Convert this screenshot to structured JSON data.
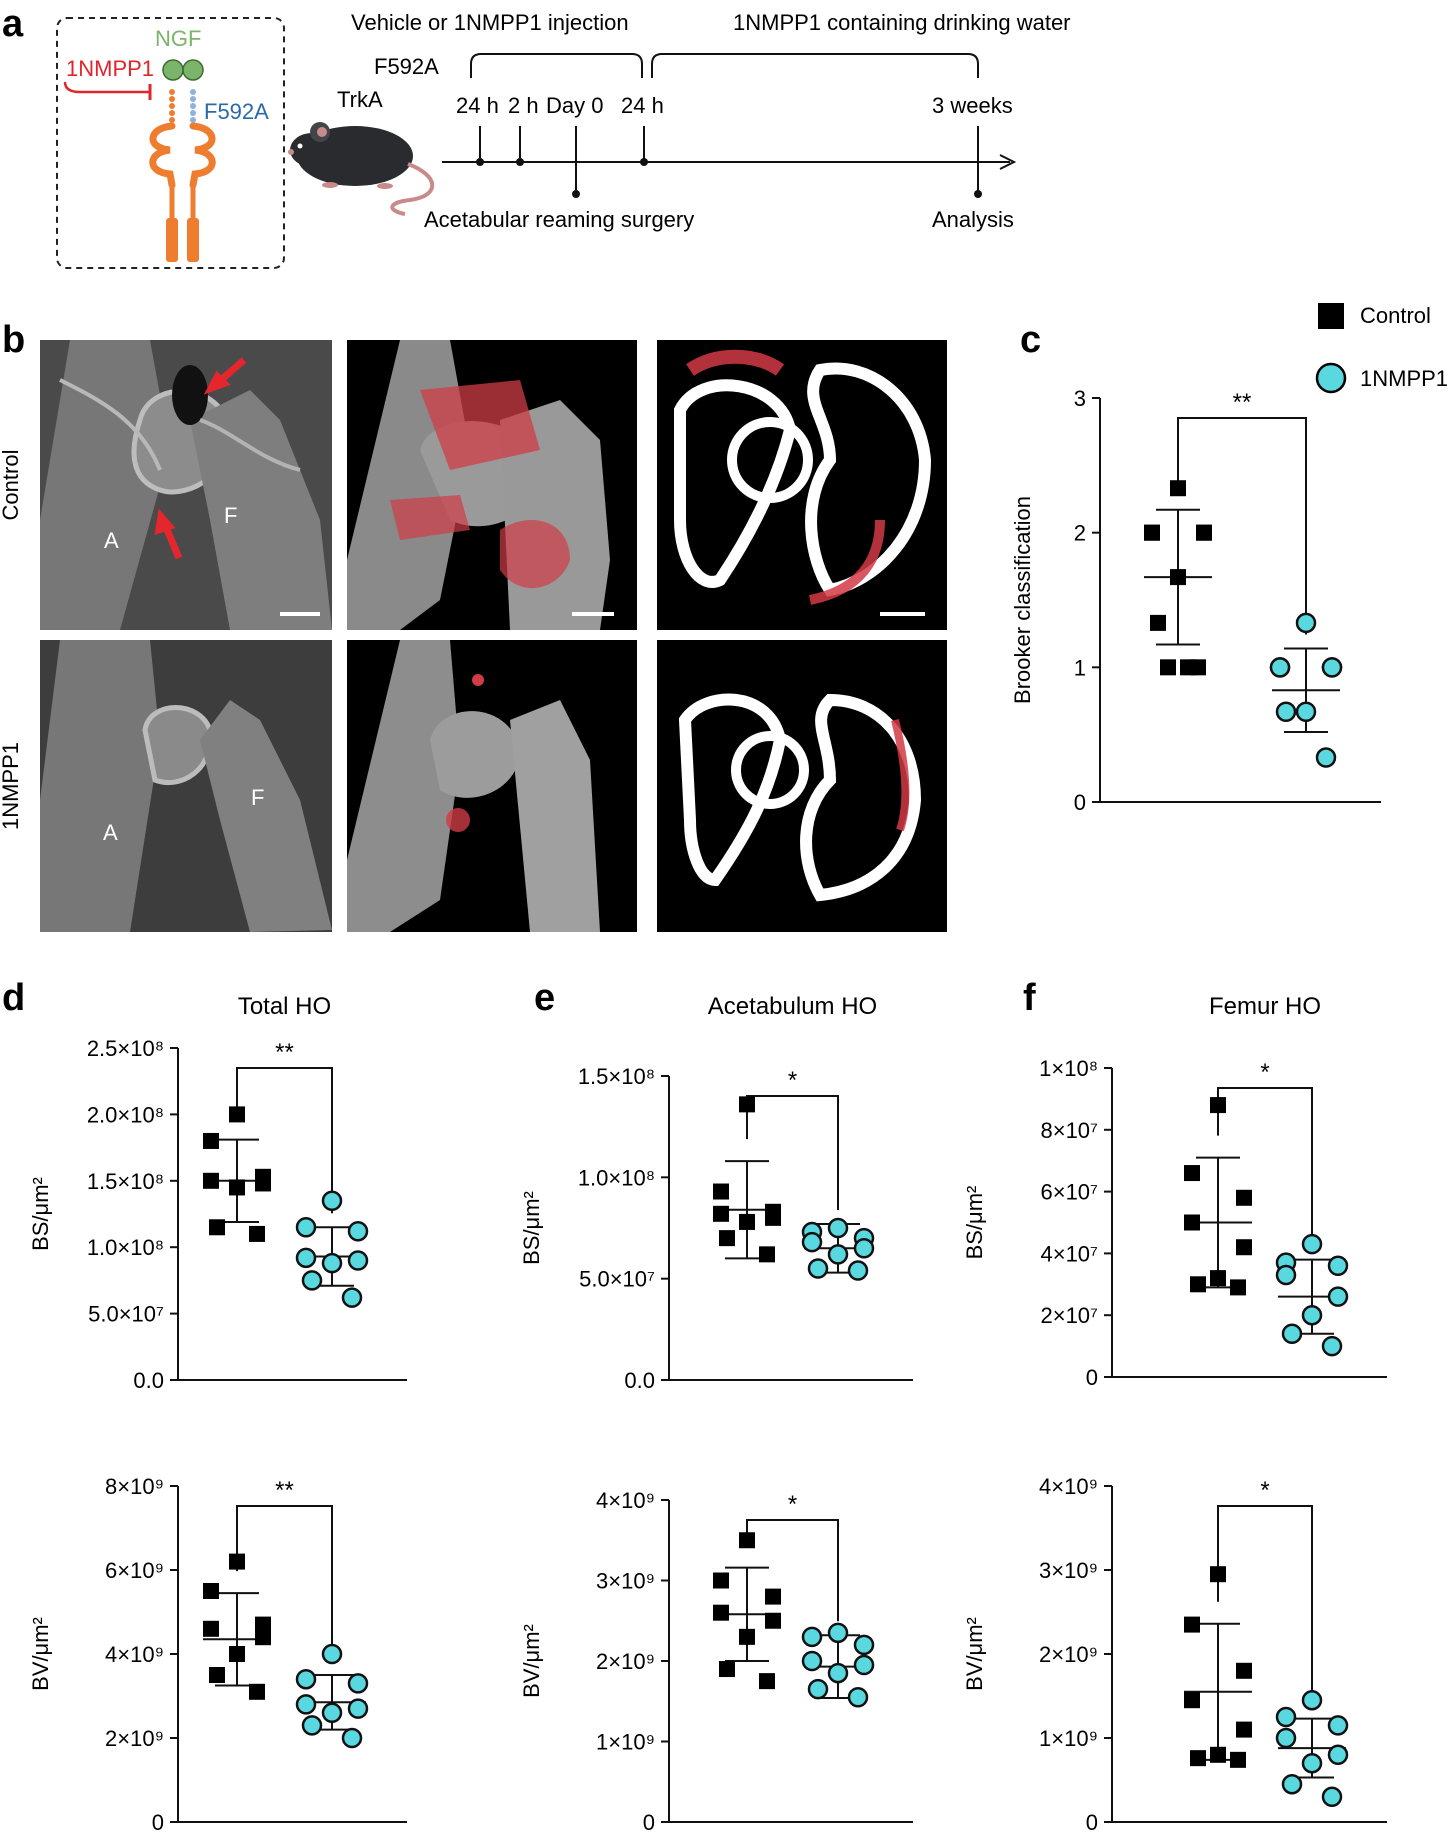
{
  "panel_labels": [
    "a",
    "b",
    "c",
    "d",
    "e",
    "f"
  ],
  "schematic": {
    "ngf_label": "NGF",
    "inhibitor_label": "1NMPP1",
    "mutation_label": "F592A",
    "mouse_label_1": "F592A",
    "mouse_label_2": "TrkA",
    "treatment_1": "Vehicle or 1NMPP1 injection",
    "treatment_2": "1NMPP1 containing drinking water",
    "timeline_labels": [
      "24 h",
      "2 h",
      "Day 0",
      "24 h",
      "3 weeks"
    ],
    "surgery_label": "Acetabular reaming surgery",
    "analysis_label": "Analysis"
  },
  "panel_b": {
    "row_labels": [
      "Control",
      "1NMPP1"
    ],
    "annotations": {
      "a": "A",
      "f": "F"
    }
  },
  "legend": {
    "control": "Control",
    "treatment": "1NMPP1"
  },
  "colors": {
    "control": "#000000",
    "treatment": "#5ad8e0",
    "ho_overlay": "#d9343f",
    "ngf": "#7cb56a",
    "trka": "#ee7d2f",
    "inhibitor": "#e0262b",
    "mutation": "#2b6aa6"
  },
  "chart_data": [
    {
      "id": "c",
      "type": "scatter",
      "title": "",
      "ylabel": "Brooker classification",
      "yticks": [
        "0",
        "1",
        "2",
        "3"
      ],
      "yvals": [
        0,
        1,
        2,
        3
      ],
      "ylim": [
        0,
        3
      ],
      "series": [
        {
          "name": "Control",
          "values": [
            2.33,
            2,
            2,
            2,
            2,
            1.67,
            1.33,
            1,
            1,
            1
          ],
          "mean": 1.67,
          "sd": 0.5
        },
        {
          "name": "1NMPP1",
          "values": [
            1.33,
            1,
            1,
            1,
            1,
            0.67,
            0.67,
            0.33
          ],
          "mean": 0.83,
          "sd": 0.31
        }
      ],
      "significance": "**"
    },
    {
      "id": "d1",
      "type": "scatter",
      "title": "Total HO",
      "ylabel": "BS/μm²",
      "yticks": [
        "0.0",
        "5.0×10⁷",
        "1.0×10⁸",
        "1.5×10⁸",
        "2.0×10⁸",
        "2.5×10⁸"
      ],
      "yvals": [
        0,
        50000000,
        100000000,
        150000000,
        200000000,
        250000000
      ],
      "ylim": [
        0,
        250000000
      ],
      "series": [
        {
          "name": "Control",
          "values": [
            200000000,
            180000000,
            153000000,
            150000000,
            148000000,
            145000000,
            115000000,
            110000000
          ],
          "mean": 150000000,
          "sd": 31000000
        },
        {
          "name": "1NMPP1",
          "values": [
            135000000,
            115000000,
            112000000,
            92000000,
            90000000,
            88000000,
            75000000,
            62000000
          ],
          "mean": 93000000,
          "sd": 22000000
        }
      ],
      "significance": "**"
    },
    {
      "id": "e1",
      "type": "scatter",
      "title": "Acetabulum HO",
      "ylabel": "BS/μm²",
      "yticks": [
        "0.0",
        "5.0×10⁷",
        "1.0×10⁸",
        "1.5×10⁸"
      ],
      "yvals": [
        0,
        50000000,
        100000000,
        150000000
      ],
      "ylim": [
        0,
        150000000
      ],
      "series": [
        {
          "name": "Control",
          "values": [
            136000000,
            93000000,
            83000000,
            82000000,
            80000000,
            78000000,
            70000000,
            62000000
          ],
          "mean": 84000000,
          "sd": 24000000
        },
        {
          "name": "1NMPP1",
          "values": [
            75000000,
            73000000,
            70000000,
            68000000,
            65000000,
            62000000,
            55000000,
            54000000
          ],
          "mean": 65000000,
          "sd": 12000000
        }
      ],
      "significance": "*"
    },
    {
      "id": "f1",
      "type": "scatter",
      "title": "Femur HO",
      "ylabel": "BS/μm²",
      "yticks": [
        "0",
        "2×10⁷",
        "4×10⁷",
        "6×10⁷",
        "8×10⁷",
        "1×10⁸"
      ],
      "yvals": [
        0,
        20000000,
        40000000,
        60000000,
        80000000,
        100000000
      ],
      "ylim": [
        0,
        100000000
      ],
      "series": [
        {
          "name": "Control",
          "values": [
            88000000,
            66000000,
            58000000,
            50000000,
            42000000,
            32000000,
            30000000,
            29000000
          ],
          "mean": 50000000,
          "sd": 21000000
        },
        {
          "name": "1NMPP1",
          "values": [
            43000000,
            37000000,
            36000000,
            33000000,
            26000000,
            20000000,
            14000000,
            10000000
          ],
          "mean": 26000000,
          "sd": 12000000
        }
      ],
      "significance": "*"
    },
    {
      "id": "d2",
      "type": "scatter",
      "title": "",
      "ylabel": "BV/μm²",
      "yticks": [
        "0",
        "2×10⁹",
        "4×10⁹",
        "6×10⁹",
        "8×10⁹"
      ],
      "yvals": [
        0,
        2000000000,
        4000000000,
        6000000000,
        8000000000
      ],
      "ylim": [
        0,
        8000000000
      ],
      "series": [
        {
          "name": "Control",
          "values": [
            6200000000,
            5500000000,
            4700000000,
            4600000000,
            4400000000,
            4000000000,
            3500000000,
            3100000000
          ],
          "mean": 4350000000,
          "sd": 1100000000
        },
        {
          "name": "1NMPP1",
          "values": [
            4000000000,
            3400000000,
            3300000000,
            2800000000,
            2700000000,
            2600000000,
            2300000000,
            2000000000
          ],
          "mean": 2850000000,
          "sd": 650000000
        }
      ],
      "significance": "**"
    },
    {
      "id": "e2",
      "type": "scatter",
      "title": "",
      "ylabel": "BV/μm²",
      "yticks": [
        "0",
        "1×10⁹",
        "2×10⁹",
        "3×10⁹",
        "4×10⁹"
      ],
      "yvals": [
        0,
        1000000000,
        2000000000,
        3000000000,
        4000000000
      ],
      "ylim": [
        0,
        4000000000
      ],
      "series": [
        {
          "name": "Control",
          "values": [
            3500000000,
            3000000000,
            2800000000,
            2600000000,
            2500000000,
            2300000000,
            1900000000,
            1750000000
          ],
          "mean": 2580000000,
          "sd": 580000000
        },
        {
          "name": "1NMPP1",
          "values": [
            2350000000,
            2300000000,
            2200000000,
            2000000000,
            1950000000,
            1850000000,
            1650000000,
            1550000000
          ],
          "mean": 1930000000,
          "sd": 390000000
        }
      ],
      "significance": "*"
    },
    {
      "id": "f2",
      "type": "scatter",
      "title": "",
      "ylabel": "BV/μm²",
      "yticks": [
        "0",
        "1×10⁹",
        "2×10⁹",
        "3×10⁹",
        "4×10⁹"
      ],
      "yvals": [
        0,
        1000000000,
        2000000000,
        3000000000,
        4000000000
      ],
      "ylim": [
        0,
        4000000000
      ],
      "series": [
        {
          "name": "Control",
          "values": [
            2950000000,
            2350000000,
            1800000000,
            1450000000,
            1100000000,
            800000000,
            760000000,
            740000000
          ],
          "mean": 1550000000,
          "sd": 810000000
        },
        {
          "name": "1NMPP1",
          "values": [
            1450000000,
            1250000000,
            1150000000,
            1000000000,
            800000000,
            700000000,
            450000000,
            300000000
          ],
          "mean": 880000000,
          "sd": 350000000
        }
      ],
      "significance": "*"
    }
  ]
}
